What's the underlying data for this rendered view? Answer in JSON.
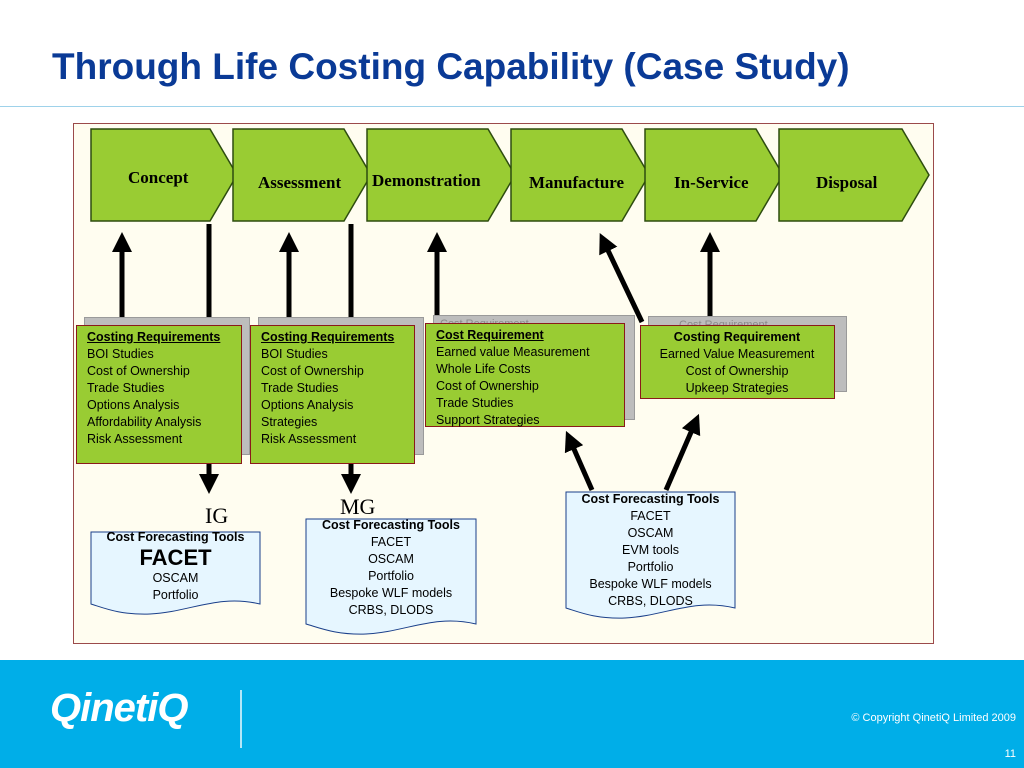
{
  "title": "Through Life Costing Capability (Case Study)",
  "stages": [
    "Concept",
    "Assessment",
    "Demonstration",
    "Manufacture",
    "In-Service",
    "Disposal"
  ],
  "colors": {
    "stage_fill": "#99cc33",
    "box_border": "#8b1a1a",
    "doc_fill": "#e6f6ff",
    "footer": "#00aee8",
    "title": "#0a3a96"
  },
  "requirements": [
    {
      "header": "Costing Requirements",
      "items": [
        "BOI Studies",
        "Cost of Ownership",
        "Trade Studies",
        "Options Analysis",
        "Affordability Analysis",
        "Risk Assessment"
      ]
    },
    {
      "header": "Costing Requirements",
      "items": [
        "BOI Studies",
        "Cost of Ownership",
        "Trade Studies",
        "Options Analysis",
        "Strategies",
        "Risk Assessment"
      ]
    },
    {
      "header": "Cost Requirement",
      "items": [
        "Earned value Measurement",
        "Whole Life Costs",
        "Cost of Ownership",
        "Trade Studies",
        "Support Strategies"
      ]
    },
    {
      "header": "Costing Requirement",
      "items": [
        "Earned Value Measurement",
        "Cost of Ownership",
        "Upkeep Strategies"
      ]
    }
  ],
  "shadow_titles": [
    "Cost Requirement",
    "Cost Requirement"
  ],
  "gates": [
    "IG",
    "MG"
  ],
  "tools": [
    {
      "header": "Cost Forecasting Tools",
      "highlight": "FACET",
      "items": [
        "OSCAM",
        "Portfolio"
      ]
    },
    {
      "header": "Cost Forecasting Tools",
      "items": [
        "FACET",
        "OSCAM",
        "Portfolio",
        "Bespoke WLF models",
        "CRBS, DLODS"
      ]
    },
    {
      "header": "Cost Forecasting Tools",
      "items": [
        "FACET",
        "OSCAM",
        "EVM tools",
        "Portfolio",
        "Bespoke WLF models",
        "CRBS, DLODS"
      ]
    }
  ],
  "footer": {
    "logo": "QinetiQ",
    "copyright": "© Copyright QinetiQ Limited 2009",
    "page": "11"
  }
}
